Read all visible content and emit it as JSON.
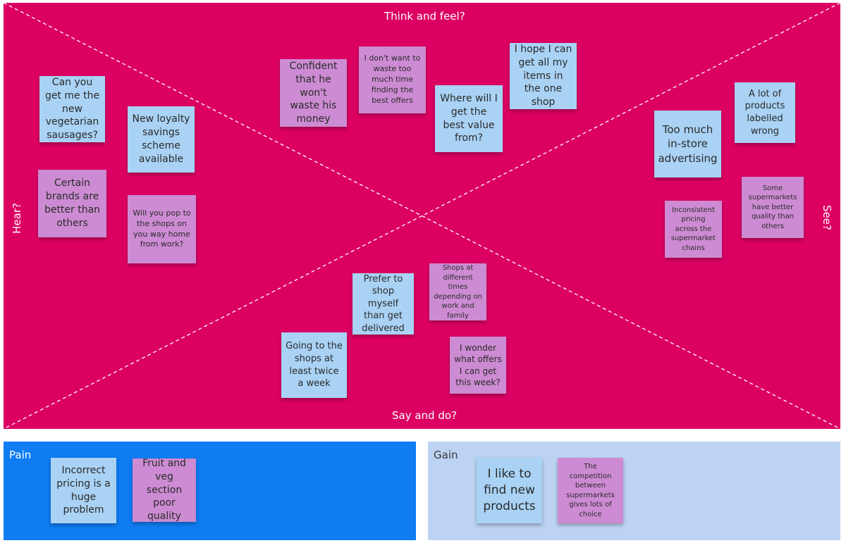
{
  "empathy_map": {
    "top_label": "Think and feel?",
    "bottom_label": "Say and do?",
    "left_label": "Hear?",
    "right_label": "See?",
    "colors": {
      "board": "#dc0063",
      "blue_note": "#a9d2f4",
      "purple_note": "#cc8bd2"
    },
    "notes": {
      "vegetarian": "Can you get me the new vegetarian sausages?",
      "loyalty": "New loyalty savings scheme available",
      "brands": "Certain brands are better than others",
      "pop_to_shops": "Will you pop to the shops on you way home from work?",
      "confident": "Confident that he won't waste his money",
      "dont_waste_time": "I don't want to waste too much time finding the best offers",
      "best_value": "Where will I get the best value from?",
      "one_shop": "I hope I can get all my items in the one shop",
      "advertising": "Too much in-store advertising",
      "labelled_wrong": "A lot of products labelled wrong",
      "better_quality": "Some supermarkets have better quality than others",
      "inconsistent_pricing": "Inconsistent pricing across the supermarket chains",
      "shop_myself": "Prefer to shop myself than get delivered",
      "different_times": "Shops at different times depending on work and family",
      "twice_a_week": "Going to the shops at least twice a week",
      "wonder_offers": "I wonder what offers I can get this week?"
    }
  },
  "pain": {
    "title": "Pain",
    "color": "#0f7cf2",
    "notes": {
      "incorrect_pricing": "Incorrect pricing is a huge problem",
      "fruit_veg": "Fruit and veg section poor quality"
    }
  },
  "gain": {
    "title": "Gain",
    "color": "#bcd3f3",
    "notes": {
      "new_products": "I like to find new products",
      "competition": "The competition between supermarkets gives lots of choice"
    }
  }
}
